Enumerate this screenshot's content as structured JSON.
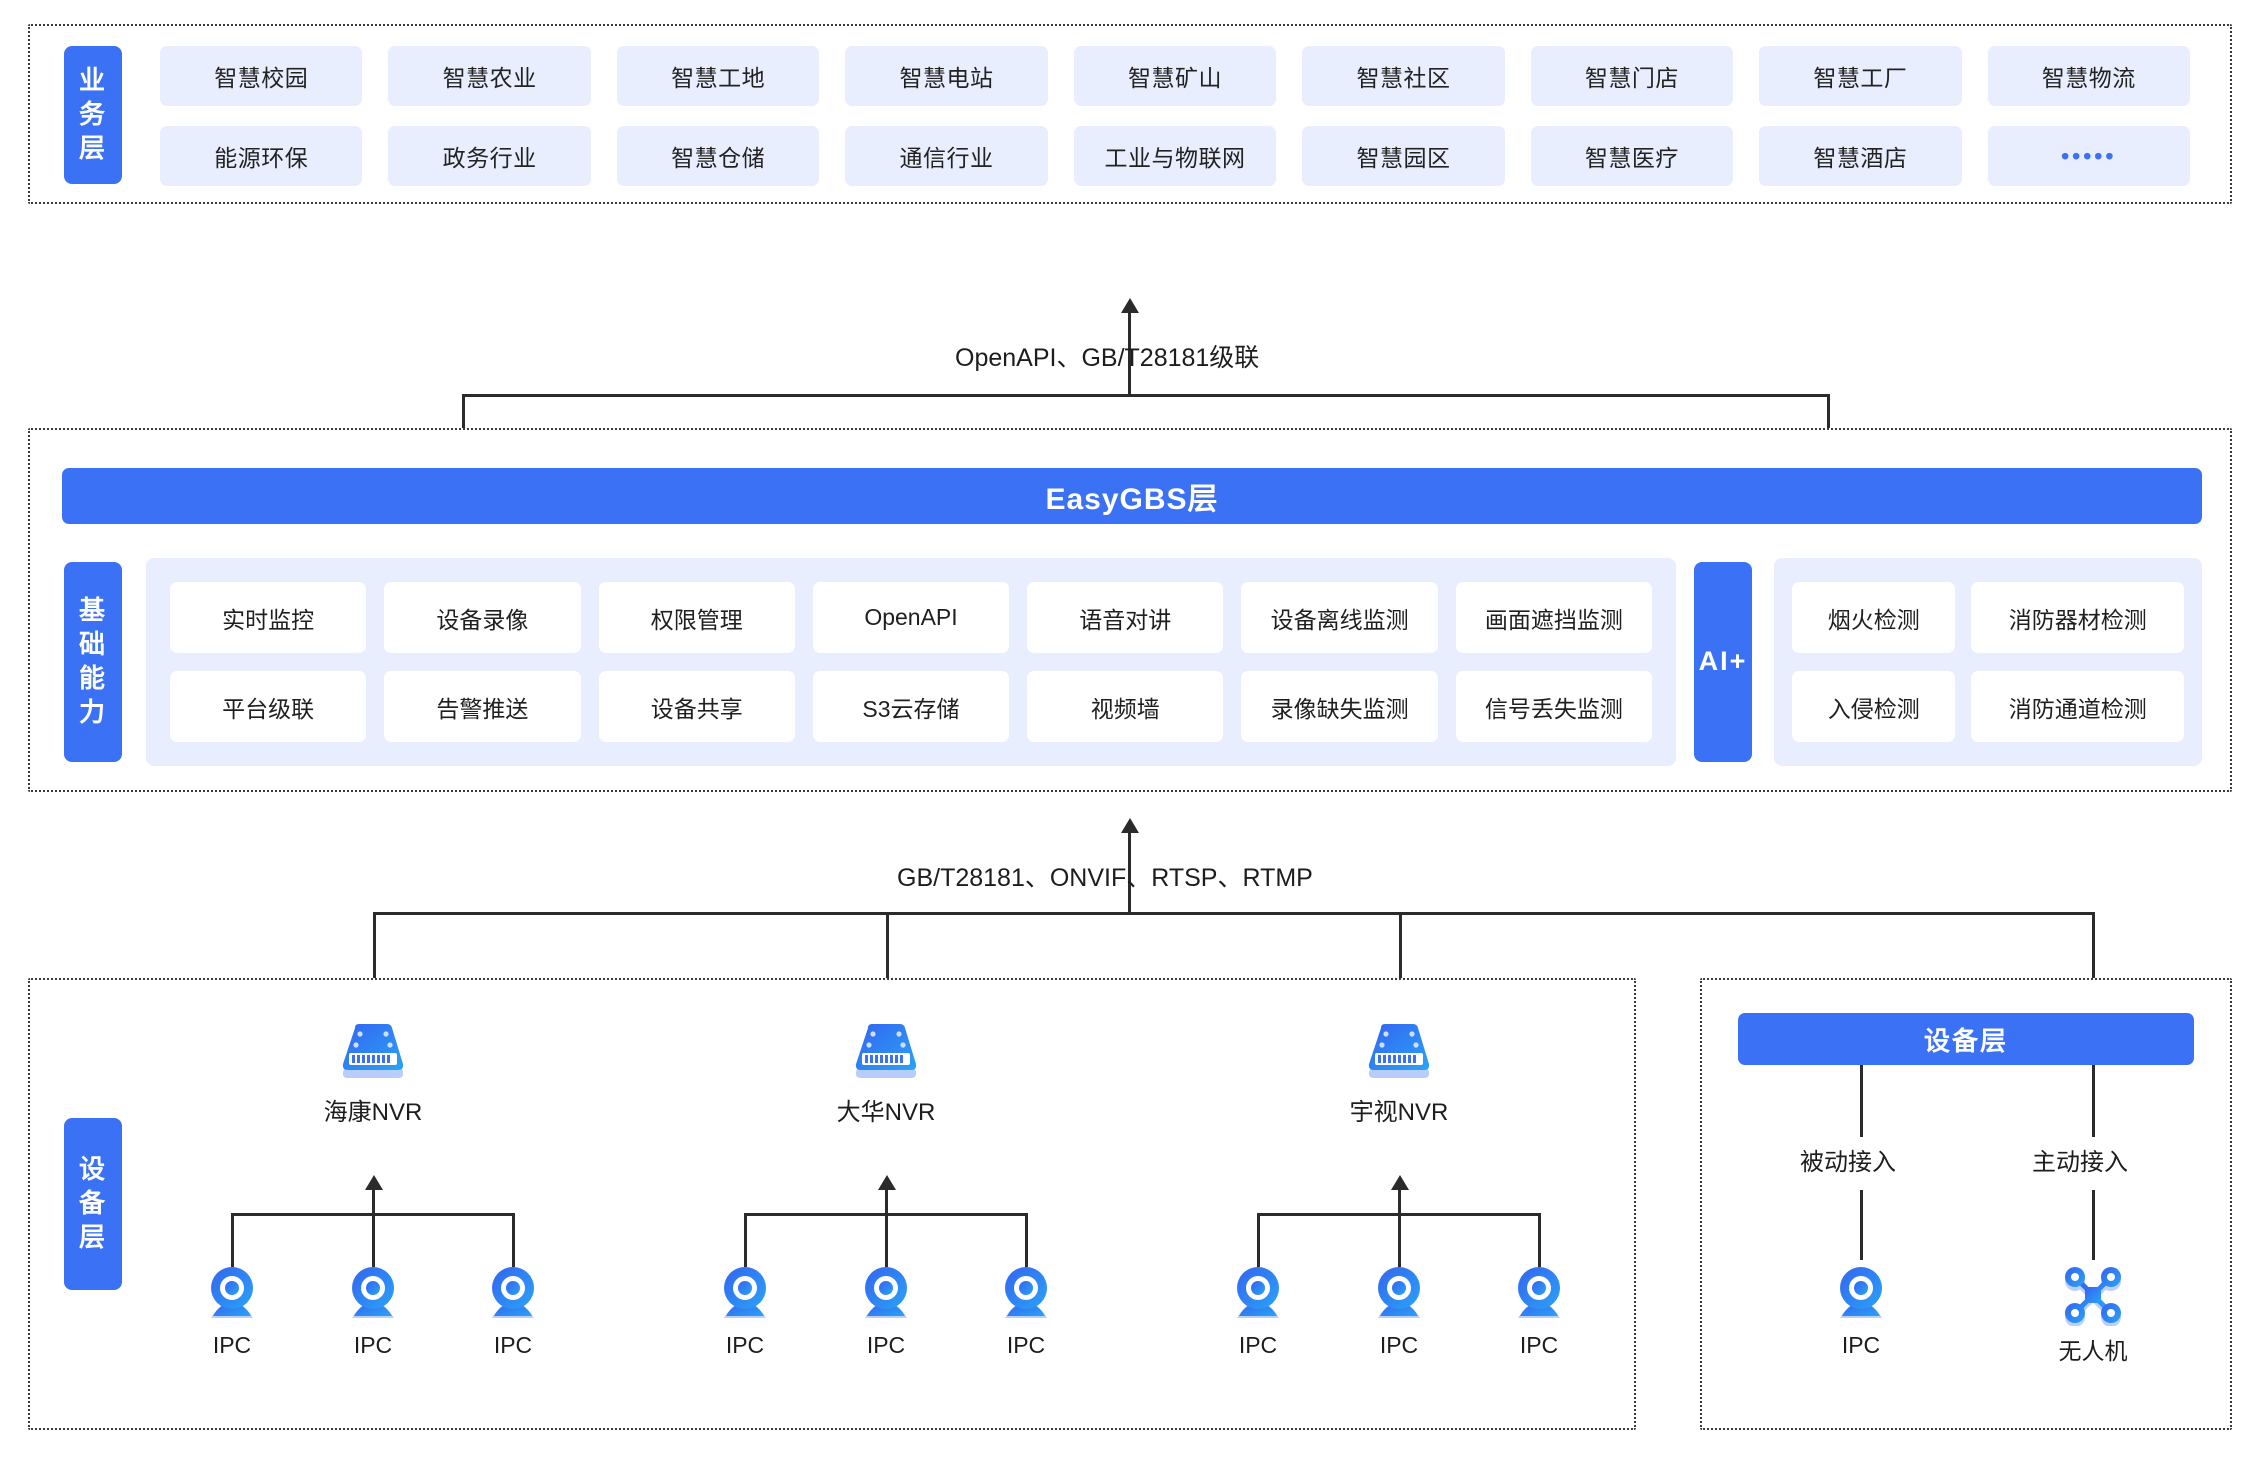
{
  "business_layer": {
    "side_label": "业务层",
    "items": [
      "智慧校园",
      "智慧农业",
      "智慧工地",
      "智慧电站",
      "智慧矿山",
      "智慧社区",
      "智慧门店",
      "智慧工厂",
      "智慧物流",
      "能源环保",
      "政务行业",
      "智慧仓储",
      "通信行业",
      "工业与物联网",
      "智慧园区",
      "智慧医疗",
      "智慧酒店",
      "•••••"
    ]
  },
  "connector_top": {
    "label": "OpenAPI、GB/T28181级联"
  },
  "gbs_layer": {
    "bar_title": "EasyGBS层",
    "basic_label": "基础能力",
    "capabilities": [
      "实时监控",
      "设备录像",
      "权限管理",
      "OpenAPI",
      "语音对讲",
      "设备离线监测",
      "画面遮挡监测",
      "平台级联",
      "告警推送",
      "设备共享",
      "S3云存储",
      "视频墙",
      "录像缺失监测",
      "信号丢失监测"
    ],
    "ai_label": "AI+",
    "ai_items": [
      "烟火检测",
      "消防器材检测",
      "入侵检测",
      "消防通道检测"
    ]
  },
  "connector_bottom": {
    "label": "GB/T28181、ONVIF、RTSP、RTMP"
  },
  "device_layer_left": {
    "side_label": "设备层",
    "groups": [
      {
        "nvr": "海康NVR",
        "cameras": [
          "IPC",
          "IPC",
          "IPC"
        ]
      },
      {
        "nvr": "大华NVR",
        "cameras": [
          "IPC",
          "IPC",
          "IPC"
        ]
      },
      {
        "nvr": "宇视NVR",
        "cameras": [
          "IPC",
          "IPC",
          "IPC"
        ]
      }
    ]
  },
  "device_layer_right": {
    "bar_title": "设备层",
    "branches": [
      {
        "access": "被动接入",
        "device": "IPC",
        "icon": "ipc-camera-icon"
      },
      {
        "access": "主动接入",
        "device": "无人机",
        "icon": "drone-icon"
      }
    ]
  },
  "colors": {
    "accent": "#3b72f5",
    "chip_bg": "#e8eefd",
    "line": "#2b2b2b",
    "text": "#1d1d1d"
  }
}
